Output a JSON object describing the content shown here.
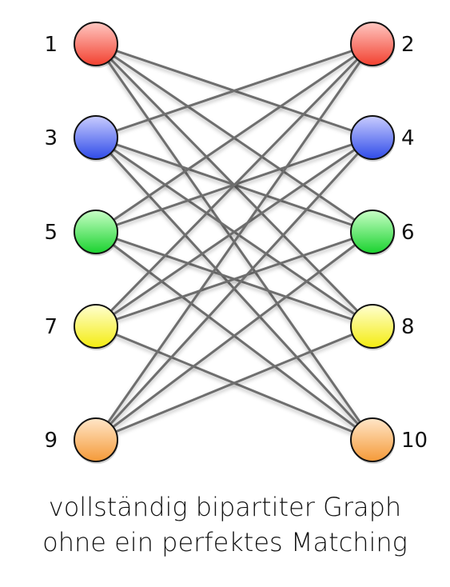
{
  "nodes": [
    {
      "id": 1,
      "label": "1",
      "side": "left",
      "row": 0,
      "color": "red"
    },
    {
      "id": 3,
      "label": "3",
      "side": "left",
      "row": 1,
      "color": "blue"
    },
    {
      "id": 5,
      "label": "5",
      "side": "left",
      "row": 2,
      "color": "green"
    },
    {
      "id": 7,
      "label": "7",
      "side": "left",
      "row": 3,
      "color": "yellow"
    },
    {
      "id": 9,
      "label": "9",
      "side": "left",
      "row": 4,
      "color": "orange"
    },
    {
      "id": 2,
      "label": "2",
      "side": "right",
      "row": 0,
      "color": "red"
    },
    {
      "id": 4,
      "label": "4",
      "side": "right",
      "row": 1,
      "color": "blue"
    },
    {
      "id": 6,
      "label": "6",
      "side": "right",
      "row": 2,
      "color": "green"
    },
    {
      "id": 8,
      "label": "8",
      "side": "right",
      "row": 3,
      "color": "yellow"
    },
    {
      "id": 10,
      "label": "10",
      "side": "right",
      "row": 4,
      "color": "orange"
    }
  ],
  "edges": [
    [
      1,
      4
    ],
    [
      1,
      6
    ],
    [
      1,
      8
    ],
    [
      1,
      10
    ],
    [
      3,
      2
    ],
    [
      3,
      6
    ],
    [
      3,
      8
    ],
    [
      3,
      10
    ],
    [
      5,
      2
    ],
    [
      5,
      4
    ],
    [
      5,
      8
    ],
    [
      5,
      10
    ],
    [
      7,
      2
    ],
    [
      7,
      4
    ],
    [
      7,
      6
    ],
    [
      7,
      10
    ],
    [
      9,
      2
    ],
    [
      9,
      4
    ],
    [
      9,
      6
    ],
    [
      9,
      8
    ]
  ],
  "colors": {
    "edge": "#6e6e6e",
    "red": [
      "#ffc7c1",
      "#f2402f"
    ],
    "blue": [
      "#c9ccff",
      "#2f4be8"
    ],
    "green": [
      "#c8ffc6",
      "#19d22e"
    ],
    "yellow": [
      "#ffffd0",
      "#f4ec10"
    ],
    "orange": [
      "#ffe6c8",
      "#f59a38"
    ]
  },
  "caption": {
    "line1": "vollständig bipartiter Graph",
    "line2": "ohne ein perfektes Matching"
  }
}
